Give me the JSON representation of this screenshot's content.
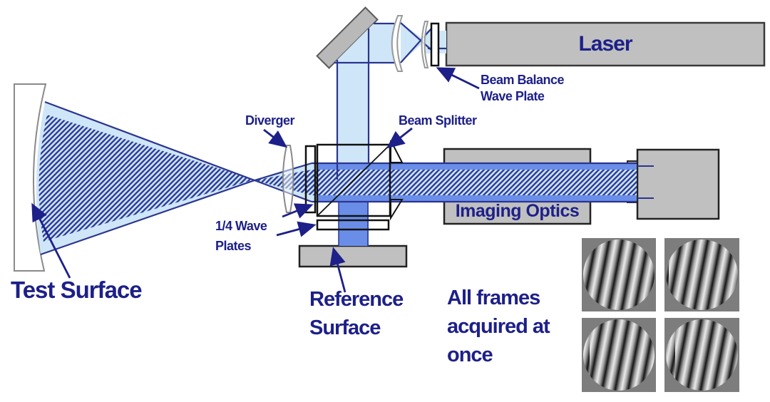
{
  "annotations": {
    "laser": "Laser",
    "imaging_optics": "Imaging Optics",
    "beam_balance_wave_plate": [
      "Beam Balance",
      "Wave Plate"
    ],
    "diverger": "Diverger",
    "beam_splitter": "Beam Splitter",
    "quarter_wave_plates": [
      "1/4 Wave",
      "Plates"
    ],
    "test_surface": "Test Surface",
    "reference_surface": [
      "Reference",
      "Surface"
    ],
    "caption": [
      "All frames",
      "acquired at",
      "once"
    ]
  },
  "components": [
    "laser",
    "beam-balance-wave-plate",
    "collimating-lens",
    "fold-mirror",
    "beam-splitter-cube",
    "diverger-lens",
    "quarter-wave-plate-test-arm",
    "quarter-wave-plate-reference-arm",
    "test-surface-mirror",
    "reference-surface",
    "imaging-optics",
    "camera",
    "interferogram-frames"
  ],
  "colors": {
    "text_navy": "#1d2088",
    "beam_outline_navy": "#2a3590",
    "beam_light_blue": "#cfe6f8",
    "beam_medium_blue": "#6a8ee8",
    "hatch_navy": "#2e3d9a",
    "component_gray": "#c0c0c0",
    "fringe_background_gray": "#7d7d7d"
  },
  "interferograms": {
    "count": 4,
    "rows": 2,
    "cols": 2
  }
}
